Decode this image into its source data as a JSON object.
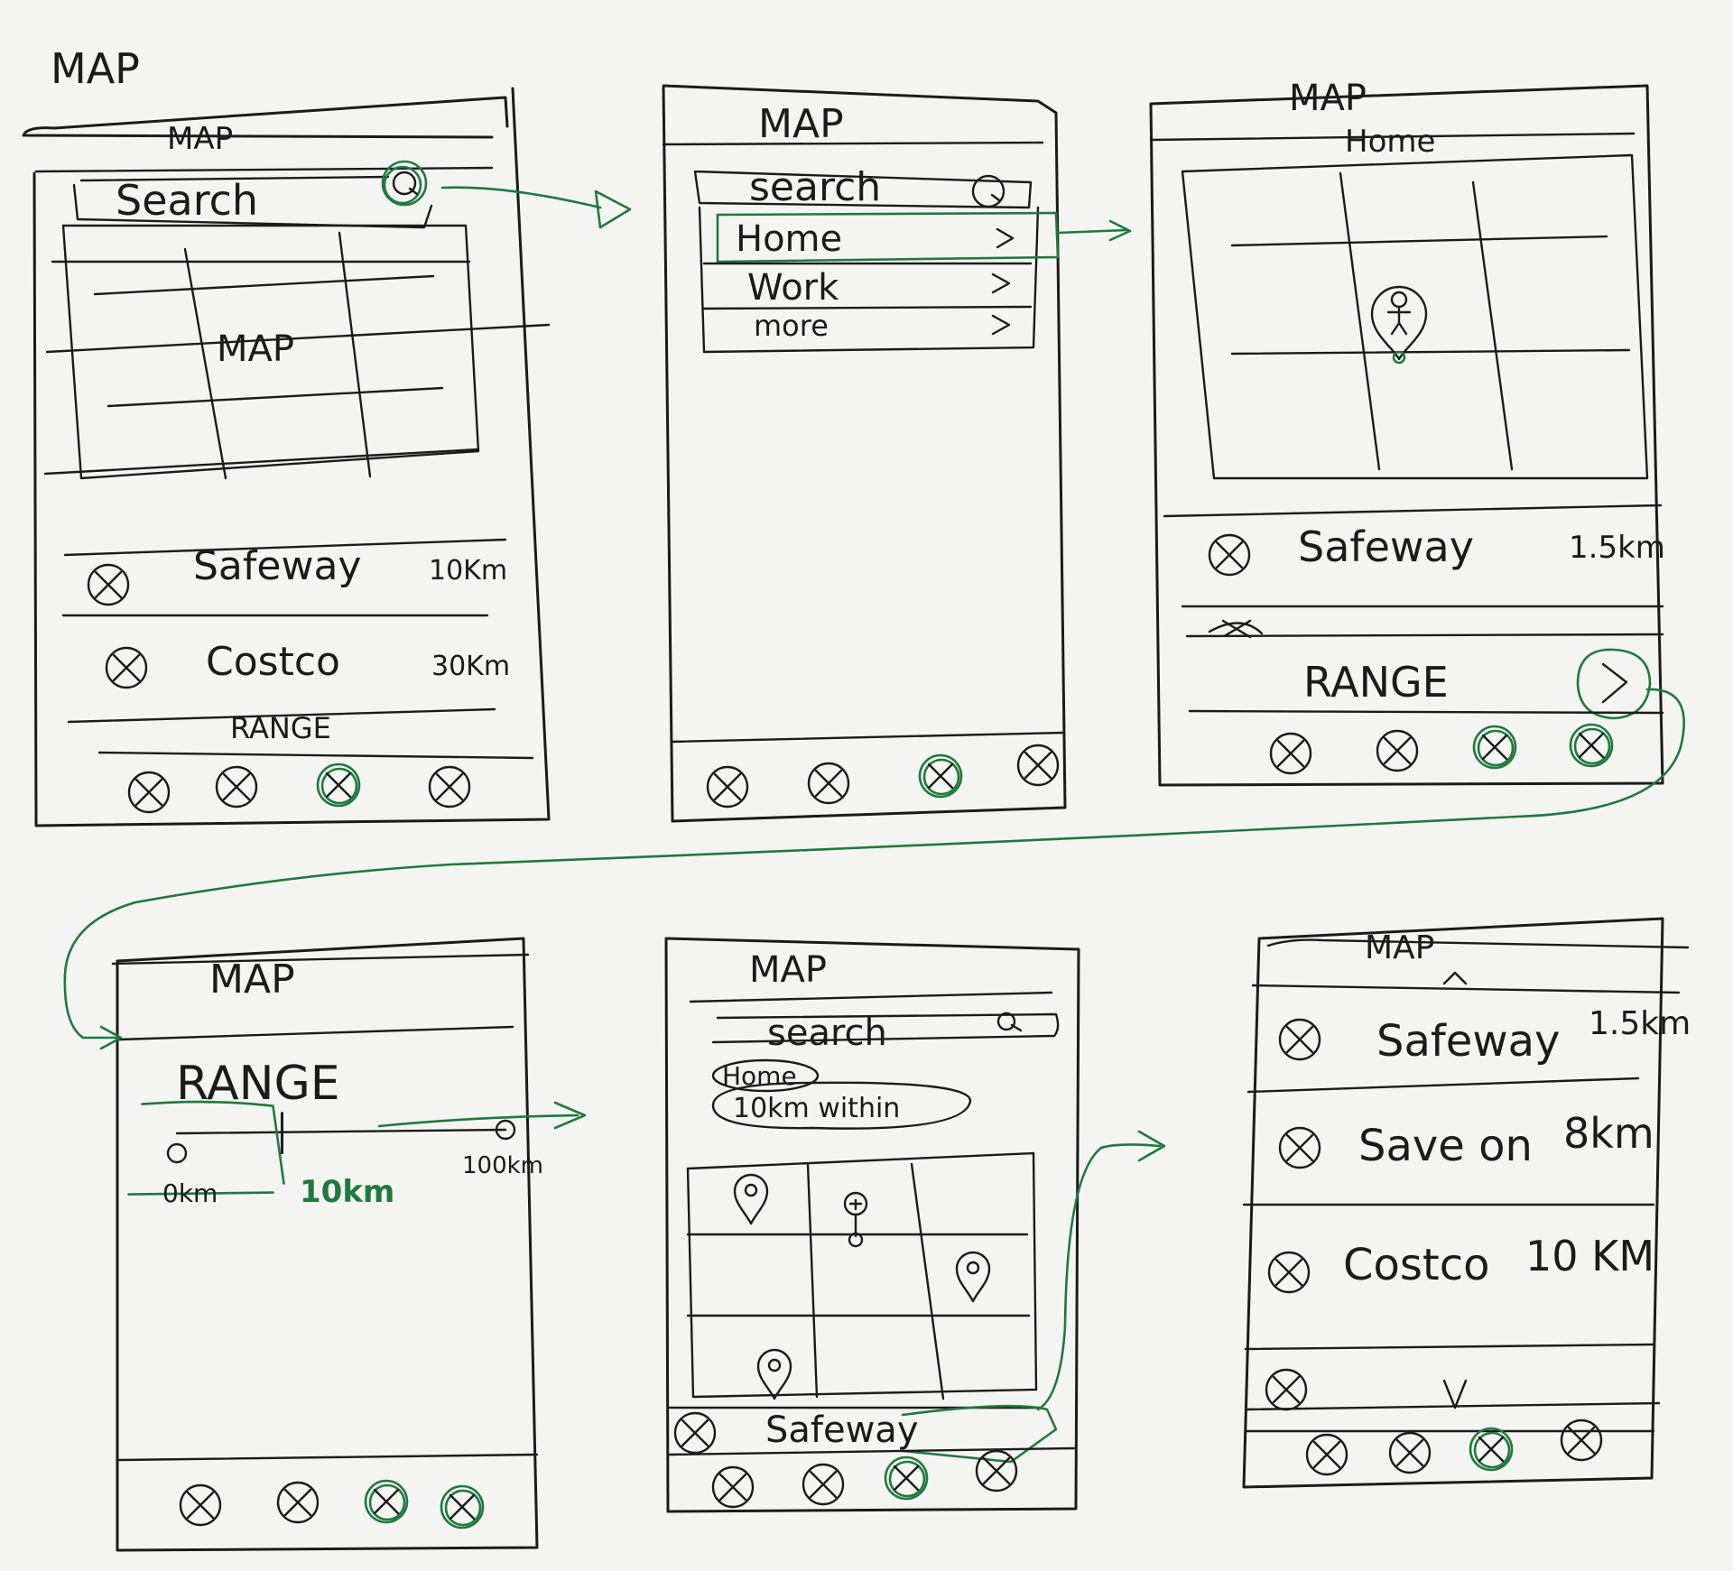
{
  "colors": {
    "ink": "#1b1b1b",
    "highlight": "#1f7a3c",
    "paper": "#f4f4f2"
  },
  "page_title": "MAP",
  "frame1": {
    "title": "MAP",
    "search": "Search",
    "map_label": "MAP",
    "items": [
      {
        "name": "Safeway",
        "distance": "10Km"
      },
      {
        "name": "Costco",
        "distance": "30Km"
      }
    ],
    "range_label": "RANGE"
  },
  "frame2": {
    "title": "MAP",
    "search": "search",
    "menu": [
      "Home",
      "Work",
      "more"
    ]
  },
  "frame3": {
    "title": "MAP",
    "subtitle": "Home",
    "item": {
      "name": "Safeway",
      "distance": "1.5km"
    },
    "range_label": "RANGE"
  },
  "frame4": {
    "title": "MAP",
    "range_label": "RANGE",
    "slider": {
      "min_label": "0km",
      "value_label": "10km",
      "max_label": "100km",
      "value": 10,
      "min": 0,
      "max": 100
    }
  },
  "frame5": {
    "title": "MAP",
    "search": "search",
    "chip_home": "Home",
    "chip_within": "10km within",
    "result": "Safeway"
  },
  "frame6": {
    "title": "MAP",
    "items": [
      {
        "name": "Safeway",
        "distance": "1.5km"
      },
      {
        "name": "Save on",
        "distance": "8km"
      },
      {
        "name": "Costco",
        "distance": "10 KM"
      }
    ]
  },
  "icons": [
    "circle-x-icon",
    "search-icon",
    "chevron-right-icon",
    "map-pin-icon",
    "person-pin-icon",
    "chevron-up-icon",
    "chevron-down-icon"
  ]
}
